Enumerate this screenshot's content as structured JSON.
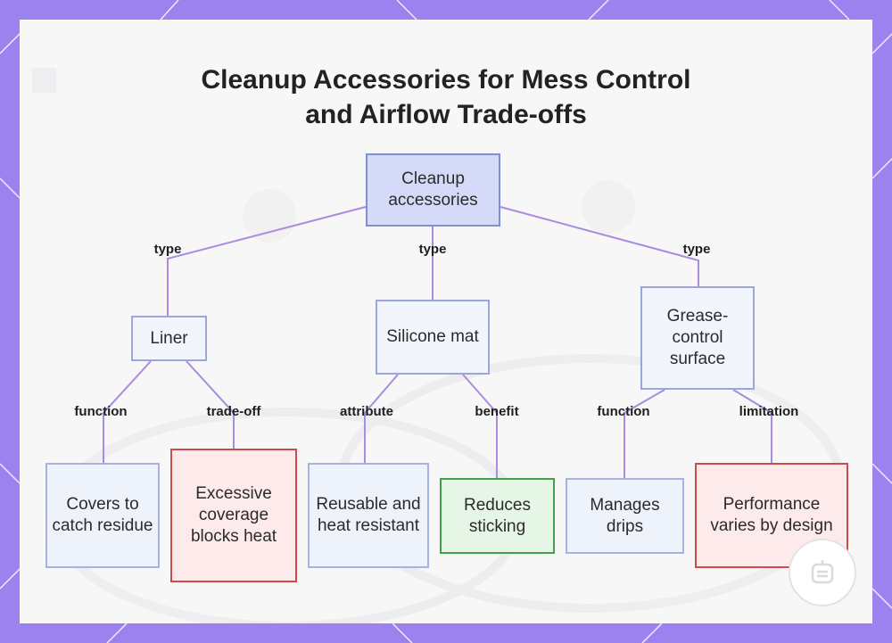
{
  "title_lines": [
    "Cleanup Accessories for Mess Control",
    "and Airflow Trade-offs"
  ],
  "nodes": {
    "root": "Cleanup accessories",
    "liner": "Liner",
    "silicone_mat": "Silicone mat",
    "grease_surface": "Grease-control surface",
    "liner_function": "Covers to catch residue",
    "liner_tradeoff": "Excessive coverage blocks heat",
    "mat_attribute": "Reusable and heat resistant",
    "mat_benefit": "Reduces sticking",
    "grease_function": "Manages drips",
    "grease_limitation": "Performance varies by design"
  },
  "edge_labels": {
    "root_liner": "type",
    "root_mat": "type",
    "root_grease": "type",
    "liner_function": "function",
    "liner_tradeoff": "trade-off",
    "mat_attribute": "attribute",
    "mat_benefit": "benefit",
    "grease_function": "function",
    "grease_limitation": "limitation"
  },
  "colors": {
    "frame": "#9b82ee",
    "connector": "#a98be0",
    "negative_border": "#cf4a4a",
    "positive_border": "#43a047",
    "root_fill": "#d5daf8"
  }
}
